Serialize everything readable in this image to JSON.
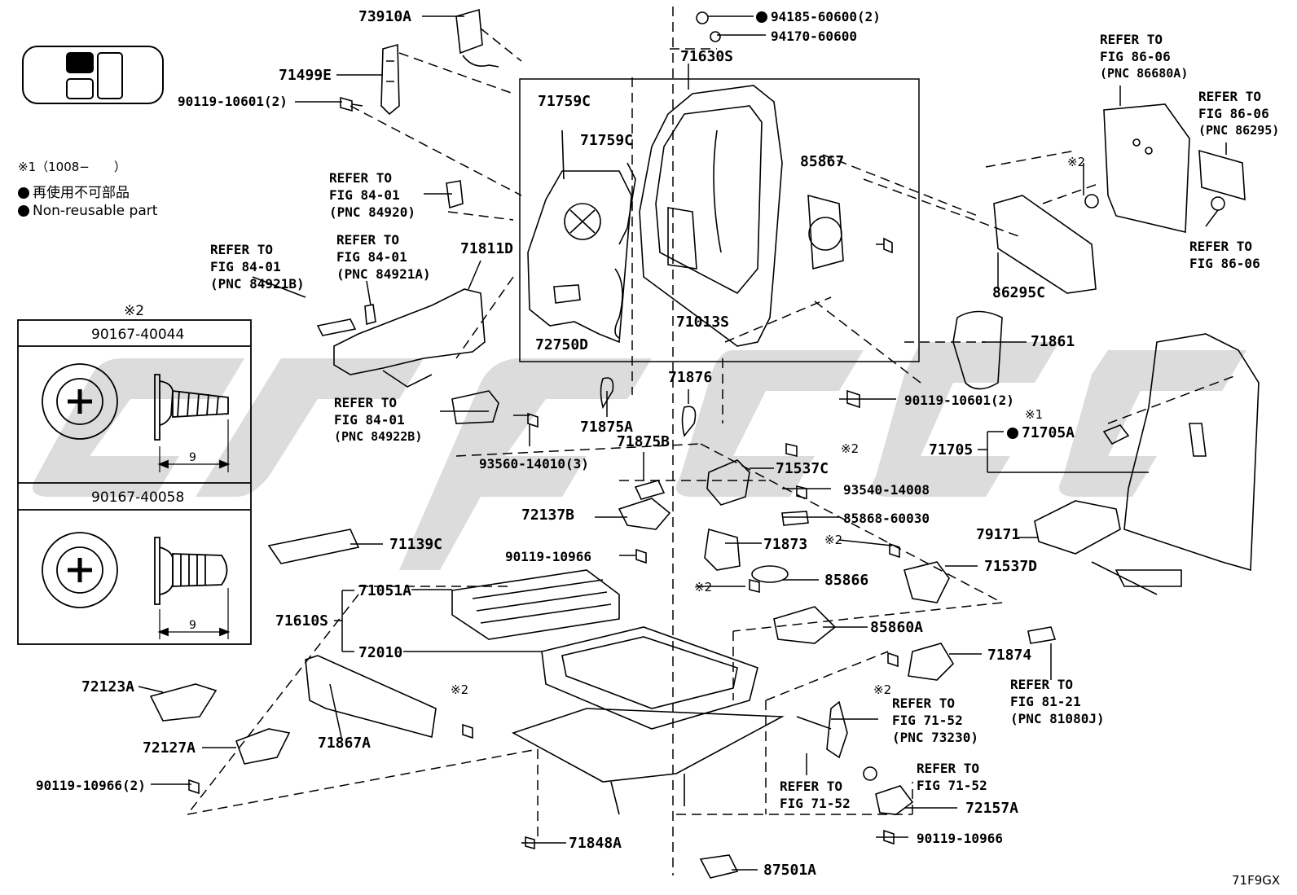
{
  "diagram_code": "71F9GX",
  "legend": {
    "footnote_1": "※1（1008−　　）",
    "non_reusable_jp": "再使用不可部品",
    "non_reusable_en": "Non-reusable part"
  },
  "inset": {
    "mark": "※2",
    "part_a": "90167-40044",
    "part_b": "90167-40058",
    "dim_a": "9",
    "dim_b": "9"
  },
  "marks": {
    "x1": "※1",
    "x2": "※2"
  },
  "labels": {
    "p73910A": "73910A",
    "p71499E": "71499E",
    "p90119_10601_2_left": "90119-10601(2)",
    "p94185": "94185-60600(2)",
    "p94170": "94170-60600",
    "p71630S": "71630S",
    "p71759C_a": "71759C",
    "p71759C_b": "71759C",
    "p85867": "85867",
    "p71811D": "71811D",
    "p72750D": "72750D",
    "p71013S": "71013S",
    "p86295C": "86295C",
    "p71861": "71861",
    "p90119_10601_2_right": "90119-10601(2)",
    "p71705A": "71705A",
    "p71705": "71705",
    "p71876": "71876",
    "p71875A": "71875A",
    "p71875B": "71875B",
    "p71537C": "71537C",
    "p93560": "93560-14010(3)",
    "p93540": "93540-14008",
    "p85868": "85868-60030",
    "p72137B": "72137B",
    "p71139C": "71139C",
    "p71873": "71873",
    "p79171": "79171",
    "p71537D": "71537D",
    "p90119_10966_mid": "90119-10966",
    "p85866": "85866",
    "p71051A": "71051A",
    "p71610S": "71610S",
    "p72010": "72010",
    "p85860A": "85860A",
    "p71874": "71874",
    "p72123A": "72123A",
    "p71867A": "71867A",
    "p72127A": "72127A",
    "p90119_10966_2": "90119-10966(2)",
    "p72157A": "72157A",
    "p90119_10966_right": "90119-10966",
    "p71848A": "71848A",
    "p87501A": "87501A"
  },
  "refers": {
    "r86680A": [
      "REFER TO",
      "FIG 86-06",
      "(PNC 86680A)"
    ],
    "r86295": [
      "REFER TO",
      "FIG 86-06",
      "(PNC 86295)"
    ],
    "r86_06": [
      "REFER TO",
      "FIG 86-06"
    ],
    "r84920": [
      "REFER TO",
      "FIG 84-01",
      "(PNC 84920)"
    ],
    "r84921B": [
      "REFER TO",
      "FIG 84-01",
      "(PNC 84921B)"
    ],
    "r84921A": [
      "REFER TO",
      "FIG 84-01",
      "(PNC 84921A)"
    ],
    "r84922B": [
      "REFER TO",
      "FIG 84-01",
      "(PNC 84922B)"
    ],
    "r73230": [
      "REFER TO",
      "FIG 71-52",
      "(PNC 73230)"
    ],
    "r81080J": [
      "REFER TO",
      "FIG 81-21",
      "(PNC 81080J)"
    ],
    "r71_52_a": [
      "REFER TO",
      "FIG 71-52"
    ],
    "r71_52_b": [
      "REFER TO",
      "FIG 71-52"
    ]
  },
  "colors": {
    "ink": "#000000",
    "watermark": "#d9d9d9",
    "paper": "#ffffff"
  }
}
